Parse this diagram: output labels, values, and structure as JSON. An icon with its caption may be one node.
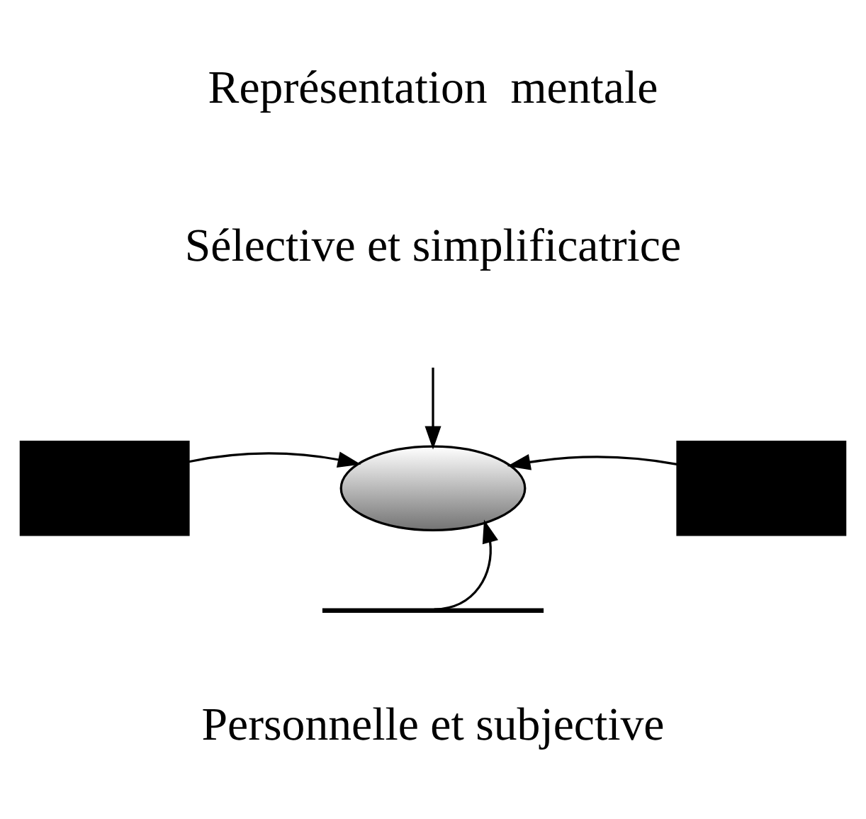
{
  "diagram": {
    "nodes": [
      {
        "text": [],
        "shape": "box"
      },
      {
        "text": [],
        "shape": "ellipse"
      },
      {
        "text": [],
        "shape": "box"
      },
      {
        "text": [],
        "shape": "bar"
      }
    ],
    "edges": [
      {
        "from": null,
        "to": 1,
        "arrow": "to"
      },
      {
        "from": 0,
        "to": 1,
        "arrow": "to"
      },
      {
        "from": 2,
        "to": 1,
        "arrow": "to"
      },
      {
        "from": 3,
        "to": 1,
        "arrow": "to"
      }
    ],
    "labels": [
      "Représentation  mentale",
      "Sélective et simplificatrice",
      "Personnelle et subjective"
    ]
  }
}
